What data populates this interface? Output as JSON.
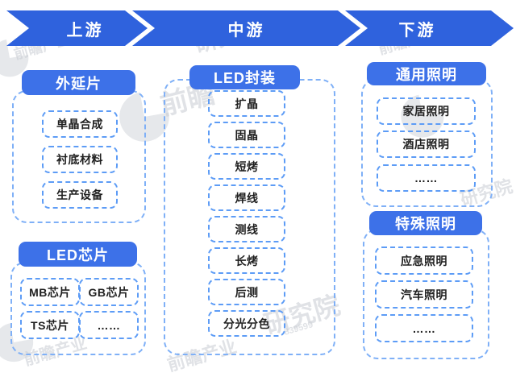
{
  "banner": {
    "segments": [
      {
        "label": "上游"
      },
      {
        "label": "中游"
      },
      {
        "label": "下游"
      }
    ]
  },
  "columns": [
    {
      "name": "upstream",
      "groups": [
        {
          "header": "外延片",
          "items": [
            "单晶合成",
            "衬底材料",
            "生产设备"
          ]
        },
        {
          "header": "LED芯片",
          "items": [
            "MB芯片",
            "GB芯片",
            "TS芯片",
            "……"
          ]
        }
      ]
    },
    {
      "name": "midstream",
      "groups": [
        {
          "header": "LED封装",
          "items": [
            "扩晶",
            "固晶",
            "短烤",
            "焊线",
            "测线",
            "长烤",
            "后测",
            "分光分色"
          ]
        }
      ]
    },
    {
      "name": "downstream",
      "groups": [
        {
          "header": "通用照明",
          "items": [
            "家居照明",
            "酒店照明",
            "……"
          ]
        },
        {
          "header": "特殊照明",
          "items": [
            "应急照明",
            "汽车照明",
            "……"
          ]
        }
      ]
    }
  ],
  "watermark": {
    "short": "前瞻",
    "brand": "前瞻产业",
    "org": "研究院",
    "code": "839599"
  },
  "colors": {
    "arrow_blue": "#2F62DD",
    "header_blue": "#3D71E8",
    "container_dash": "#7FB0F7",
    "item_dash": "#5D9CF6",
    "item_text": "#1f1f1f",
    "watermark_gray": "#c8ccd2"
  }
}
